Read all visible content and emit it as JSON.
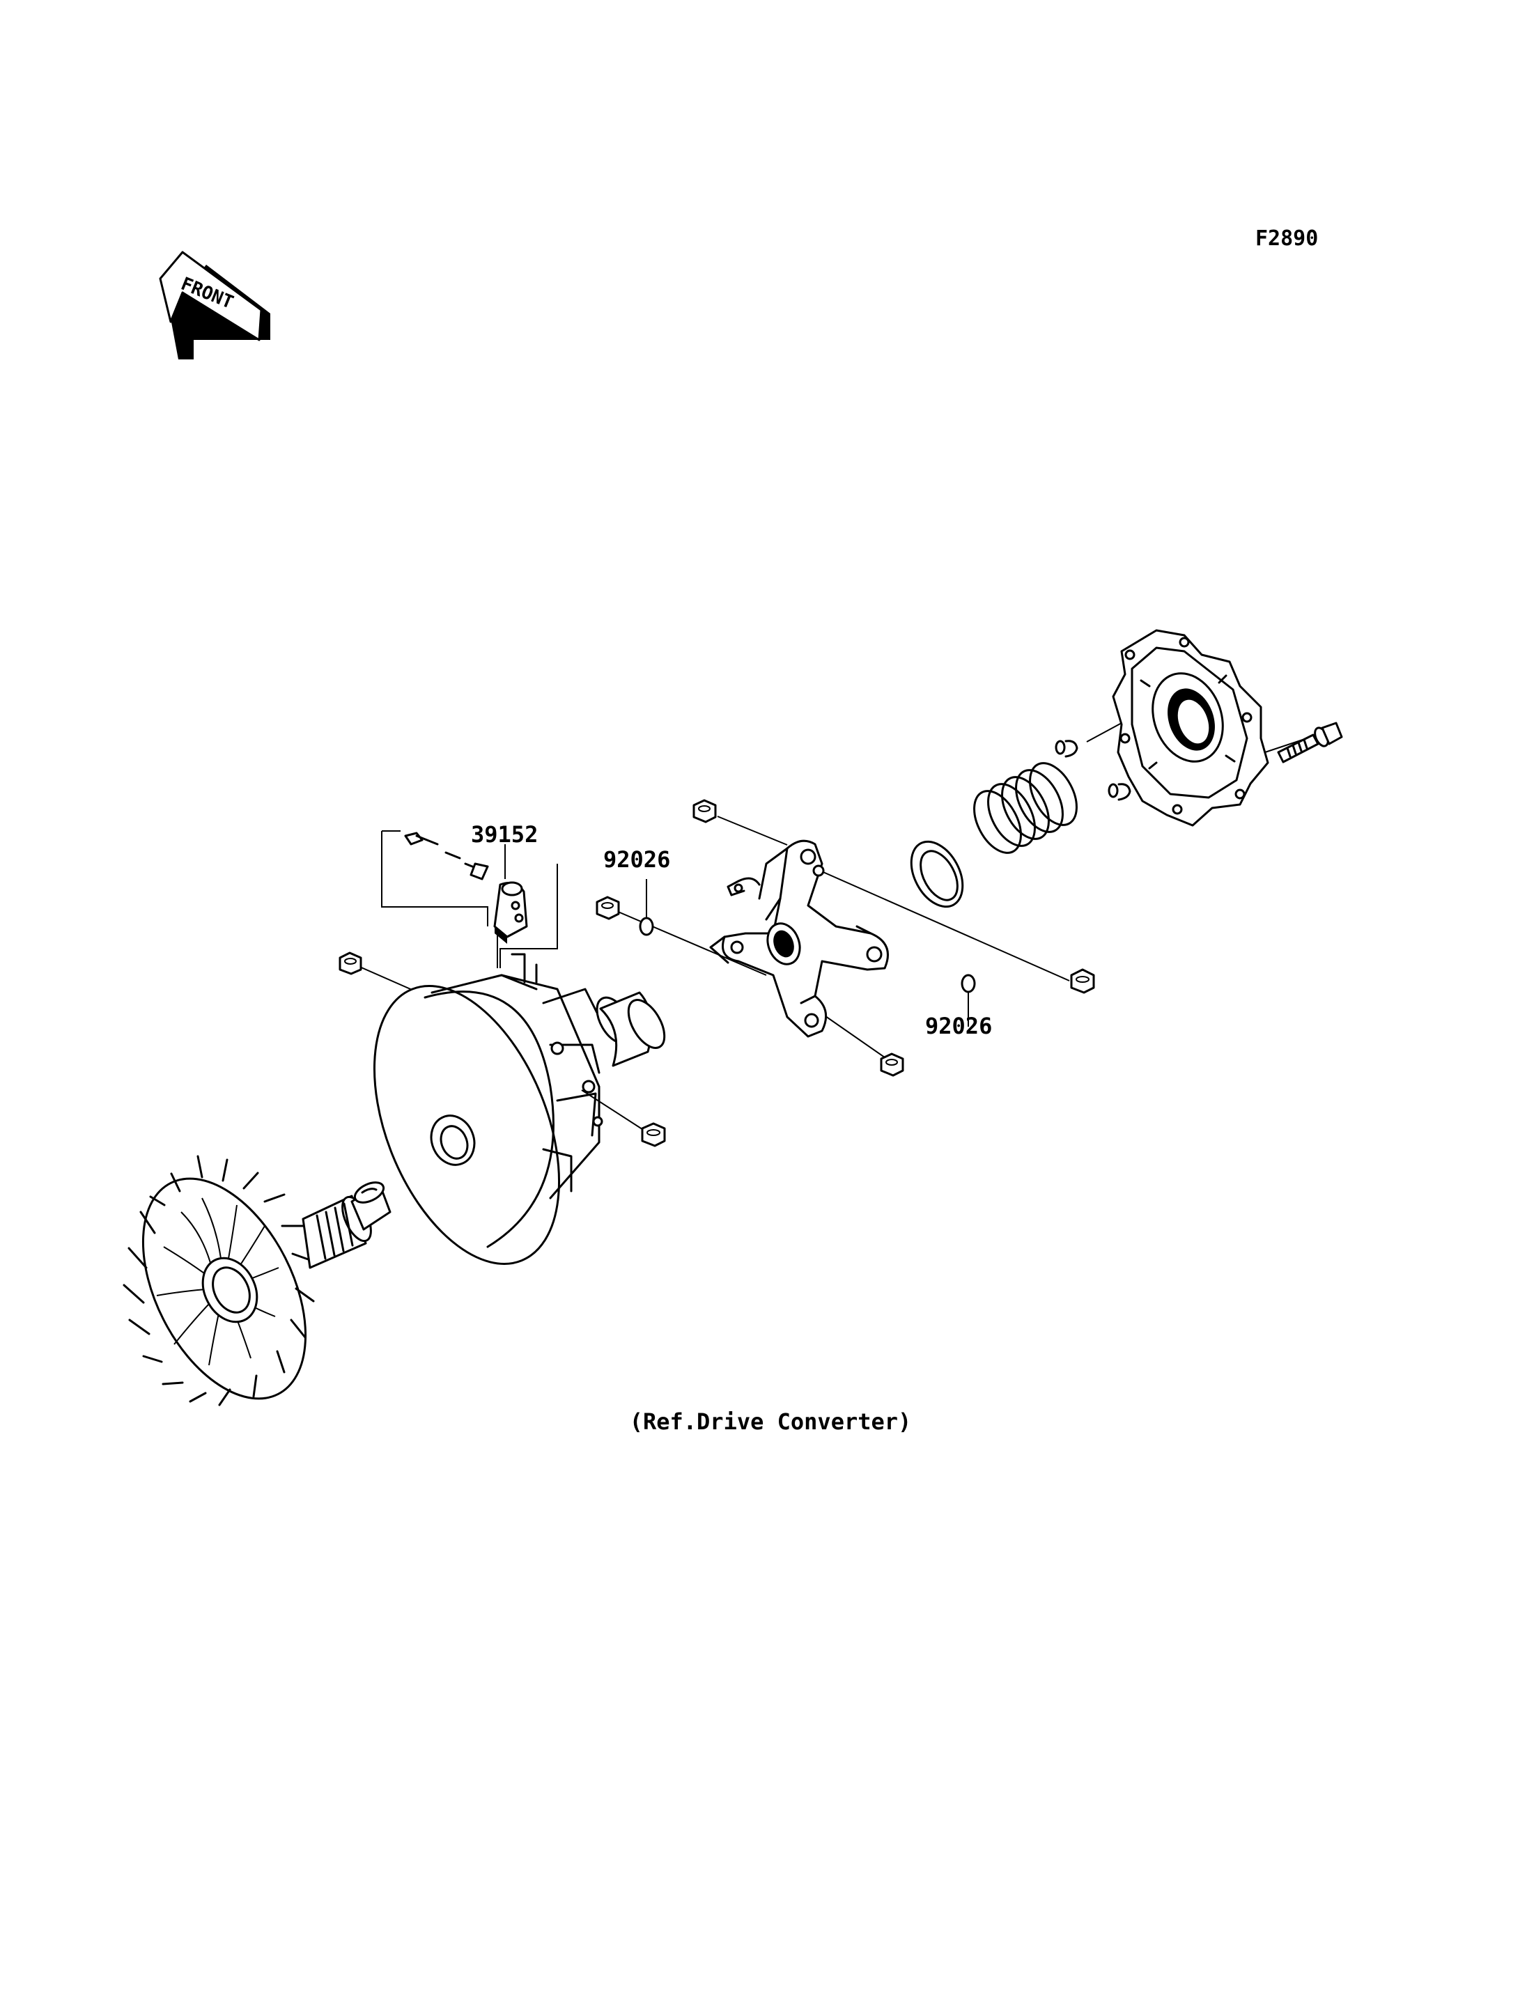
{
  "diagram_code": "F2890",
  "front_marker": {
    "text": "FRONT",
    "icon": "front-arrow-icon"
  },
  "part_labels": {
    "weight_39152": "39152",
    "oring_left_92026": "92026",
    "oring_right_92026": "92026"
  },
  "caption": "(Ref.Drive Converter)",
  "colors": {
    "ink": "#000000",
    "paper": "#ffffff"
  }
}
